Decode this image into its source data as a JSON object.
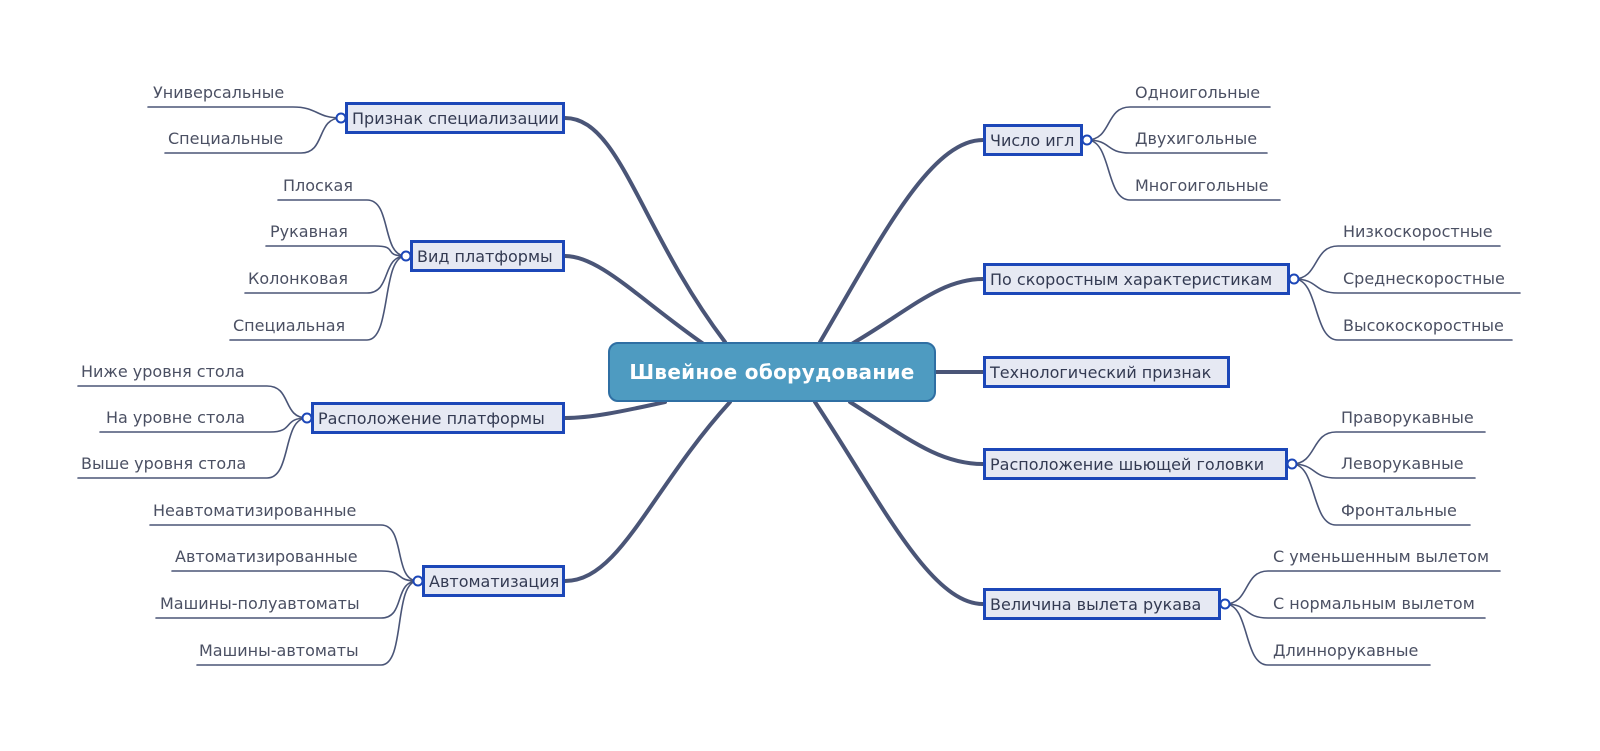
{
  "central": "Швейное оборудование",
  "left_branches": [
    {
      "label": "Признак специализации",
      "children": [
        "Универсальные",
        "Специальные"
      ]
    },
    {
      "label": "Вид платформы",
      "children": [
        "Плоская",
        "Рукавная",
        "Колонковая",
        "Специальная"
      ]
    },
    {
      "label": "Расположение платформы",
      "children": [
        "Ниже уровня стола",
        "На уровне стола",
        "Выше уровня стола"
      ]
    },
    {
      "label": "Автоматизация",
      "children": [
        "Неавтоматизированные",
        "Автоматизированные",
        "Машины-полуавтоматы",
        "Машины-автоматы"
      ]
    }
  ],
  "right_branches": [
    {
      "label": "Число игл",
      "children": [
        "Одноигольные",
        "Двухигольные",
        "Многоигольные"
      ]
    },
    {
      "label": "По скоростным характеристикам",
      "children": [
        "Низкоскоростные",
        "Среднескоростные",
        "Высокоскоростные"
      ]
    },
    {
      "label": "Технологический признак",
      "children": []
    },
    {
      "label": "Расположение шьющей головки",
      "children": [
        "Праворукавные",
        "Леворукавные",
        "Фронтальные"
      ]
    },
    {
      "label": "Величина вылета рукава",
      "children": [
        "С уменьшенным вылетом",
        "С нормальным вылетом",
        "Длиннорукавные"
      ]
    }
  ],
  "colors": {
    "central_fill": "#4e9bc1",
    "branch_border": "#1c47b8",
    "branch_fill": "#e6e9f3",
    "connector": "#4a5577"
  }
}
